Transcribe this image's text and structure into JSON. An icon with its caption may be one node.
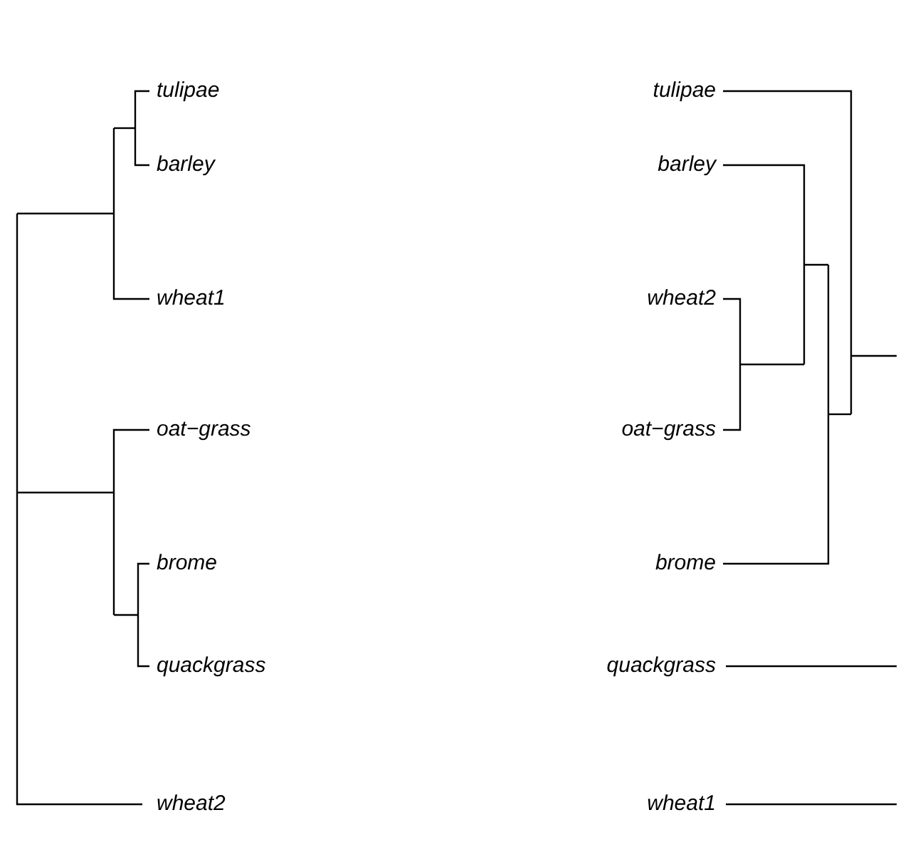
{
  "diagram": {
    "labels": [
      "tulipae",
      "tulipae",
      "barley",
      "barley",
      "wheat1",
      "wheat2",
      "oat−grass",
      "oat−grass",
      "brome",
      "brome",
      "quackgrass",
      "quackgrass",
      "wheat2",
      "wheat1"
    ]
  }
}
